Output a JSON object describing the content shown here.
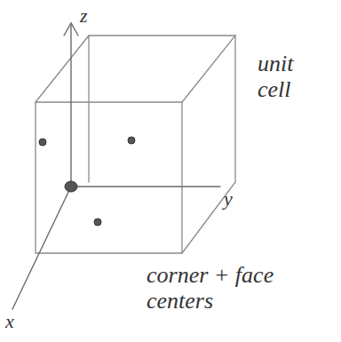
{
  "diagram": {
    "labels": [
      "z",
      "y",
      "x",
      "unit cell",
      "corner + face centers"
    ]
  }
}
